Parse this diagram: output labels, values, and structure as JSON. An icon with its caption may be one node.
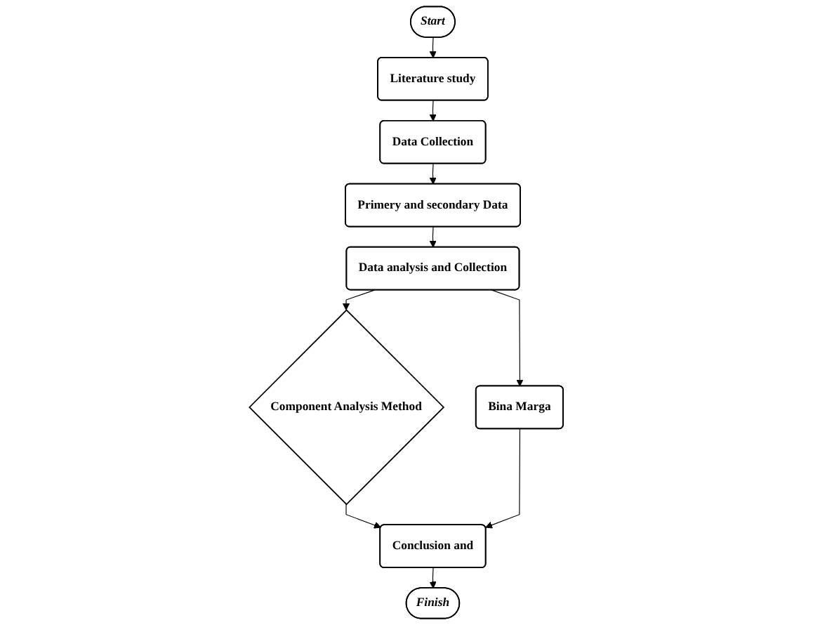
{
  "diagram": {
    "nodes": [
      {
        "text": [
          "Start"
        ]
      },
      {
        "text": [
          "Literature study"
        ]
      },
      {
        "text": [
          "Data Collection"
        ]
      },
      {
        "text": [
          "Primery and secondary Data"
        ]
      },
      {
        "text": [
          "Data analysis and Collection"
        ]
      },
      {
        "text": [
          "Component Analysis Method"
        ]
      },
      {
        "text": [
          "Bina Marga"
        ]
      },
      {
        "text": [
          "Conclusion and"
        ]
      },
      {
        "text": [
          "Finish"
        ]
      }
    ],
    "edges": [
      {
        "from": 0,
        "to": 1,
        "arrow": "to"
      },
      {
        "from": 1,
        "to": 2,
        "arrow": "to"
      },
      {
        "from": 2,
        "to": 3,
        "arrow": "to"
      },
      {
        "from": 3,
        "to": 4,
        "arrow": "to"
      },
      {
        "from": 4,
        "to": 5,
        "arrow": "to"
      },
      {
        "from": 4,
        "to": 6,
        "arrow": "to"
      },
      {
        "from": 5,
        "to": 7,
        "arrow": "to"
      },
      {
        "from": 6,
        "to": 7,
        "arrow": "to"
      },
      {
        "from": 7,
        "to": 8,
        "arrow": "to"
      }
    ]
  }
}
